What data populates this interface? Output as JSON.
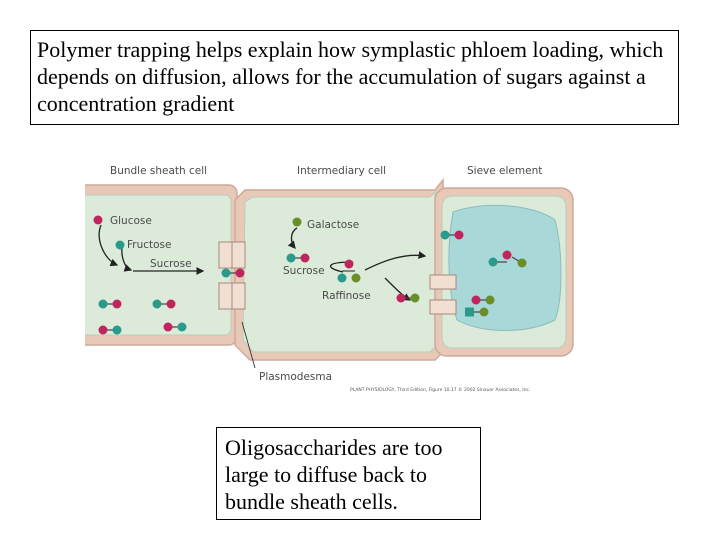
{
  "title_text": "Polymer trapping helps explain how symplastic phloem loading, which depends on diffusion, allows for the accumulation of sugars against a concentration gradient",
  "note_text": "Oligosaccharides are too large to diffuse back to bundle sheath cells.",
  "diagram": {
    "labels": {
      "bundle_sheath_cell": "Bundle sheath cell",
      "intermediary_cell": "Intermediary cell",
      "sieve_element": "Sieve element",
      "glucose": "Glucose",
      "fructose": "Fructose",
      "sucrose_left": "Sucrose",
      "galactose": "Galactose",
      "sucrose_mid": "Sucrose",
      "raffinose": "Raffinose",
      "plasmodesma": "Plasmodesma"
    },
    "caption": "PLANT PHYSIOLOGY, Third Edition, Figure 10.17 © 2002 Sinauer Associates, Inc."
  },
  "colors": {
    "cell_wall": "#e8c9b8",
    "cytoplasm": "#dcebd9",
    "sieve_lumen": "#a9d8d9",
    "glucose": "#c0245c",
    "fructose": "#2a9a8c",
    "galactose": "#6a8f2a"
  }
}
